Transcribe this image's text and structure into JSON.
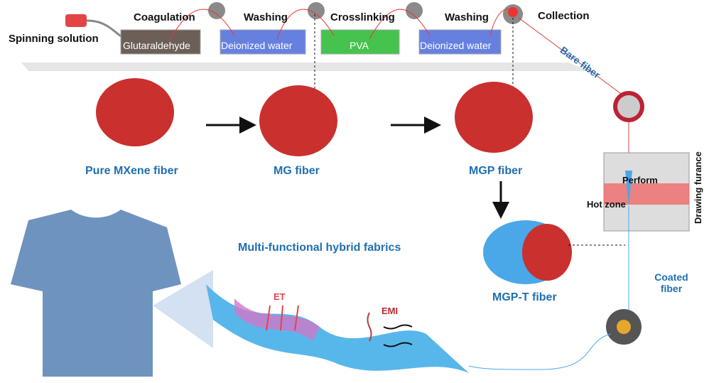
{
  "process": {
    "spinning_solution": "Spinning solution",
    "steps": [
      "Coagulation",
      "Washing",
      "Crosslinking",
      "Washing",
      "Collection"
    ],
    "baths": [
      "Glutaraldehyde",
      "Deionized water",
      "PVA",
      "Deionized water"
    ],
    "bare_fiber": "Bare fiber"
  },
  "fibers": {
    "pure": "Pure MXene fiber",
    "mg": "MG fiber",
    "mgp": "MGP fiber",
    "mgpt": "MGP-T fiber"
  },
  "furnace": {
    "perform": "Perform",
    "hot_zone": "Hot zone",
    "title": "Drawing furance",
    "coated_fiber": "Coated fiber"
  },
  "fabric": {
    "title": "Multi-functional hybrid fabrics",
    "et": "ET",
    "emi": "EMI"
  },
  "colors": {
    "label_blue": "#1f6fb2",
    "fiber_red": "#d8403f",
    "coating_blue": "#4aa8e8",
    "shirt": "#6f93bf"
  }
}
